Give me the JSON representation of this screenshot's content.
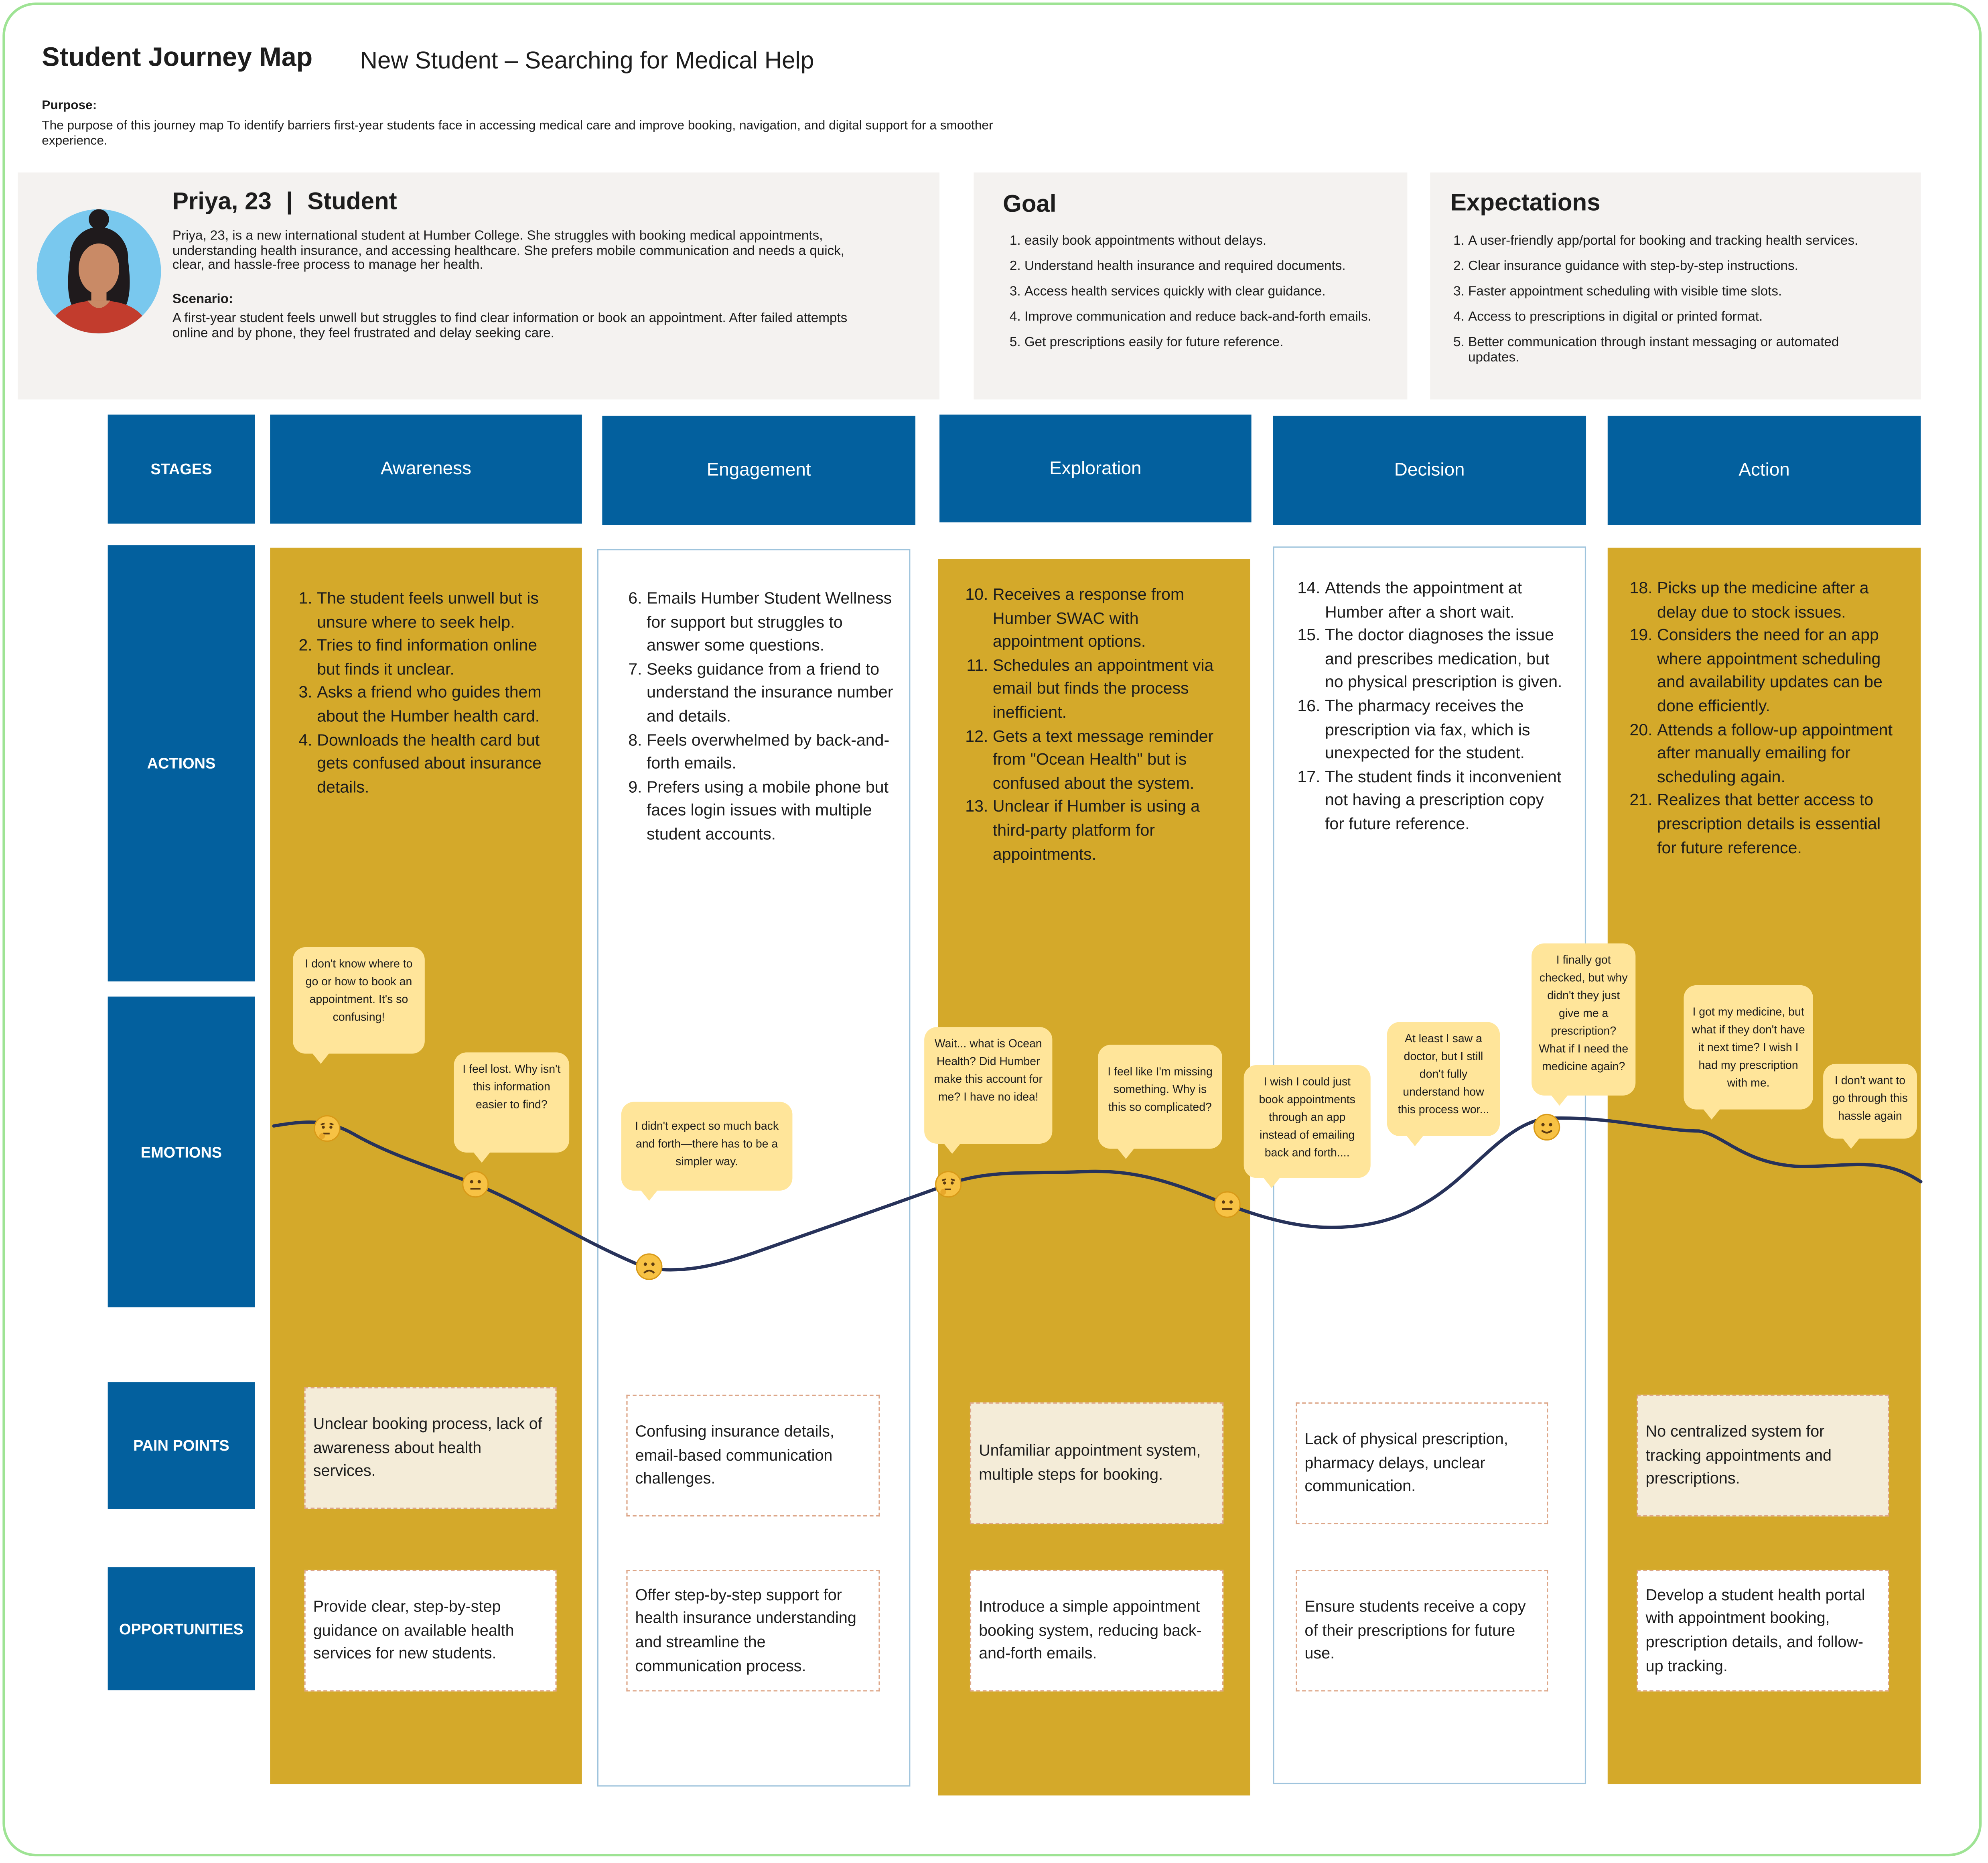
{
  "header": {
    "title": "Student Journey Map",
    "subtitle": "New Student – Searching for Medical Help",
    "purpose_label": "Purpose:",
    "purpose_text": "The purpose of this journey map To identify barriers first-year students face in accessing medical care and improve booking, navigation, and digital support for a smoother experience."
  },
  "persona": {
    "name": "Priya, 23",
    "separator": "|",
    "role": "Student",
    "description": "Priya, 23, is a new international student at Humber College. She struggles with booking medical appointments, understanding health insurance, and accessing healthcare. She prefers mobile communication and needs a quick, clear, and hassle-free process to manage her health.",
    "scenario_label": "Scenario:",
    "scenario_text": "A first-year student feels unwell but struggles to find clear information or book an appointment. After failed attempts online and by phone, they feel frustrated and delay seeking care."
  },
  "goal": {
    "title": "Goal",
    "items": [
      "easily book appointments without delays.",
      "Understand health insurance and required documents.",
      "Access health services quickly with clear guidance.",
      "Improve communication and reduce back-and-forth emails.",
      "Get prescriptions easily for future reference."
    ]
  },
  "expectations": {
    "title": "Expectations",
    "items": [
      "A user-friendly app/portal for booking and tracking health services.",
      "Clear insurance guidance with step-by-step instructions.",
      "Faster appointment scheduling with visible time slots.",
      "Access to prescriptions in digital or printed format.",
      "Better communication through instant messaging or automated updates."
    ]
  },
  "row_labels": {
    "stages": "STAGES",
    "actions": "ACTIONS",
    "emotions": "EMOTIONS",
    "pain_points": "PAIN POINTS",
    "opportunities": "OPPORTUNITIES"
  },
  "stages": [
    {
      "name": "Awareness",
      "actions_start": 1,
      "actions": [
        "The student feels unwell but is unsure where to seek help.",
        "Tries to find information online but finds it unclear.",
        "Asks a friend who guides them about the Humber health card.",
        "Downloads the health card but gets confused about insurance details."
      ],
      "pain_point": "Unclear booking process, lack of awareness about health services.",
      "opportunity": "Provide clear, step-by-step guidance on available health services for new students."
    },
    {
      "name": "Engagement",
      "actions_start": 6,
      "actions": [
        "Emails Humber Student Wellness for support but struggles to answer some questions.",
        "Seeks guidance from a friend to understand the insurance number and details.",
        "Feels overwhelmed by back-and-forth emails.",
        "Prefers using a mobile phone but faces login issues with multiple student accounts."
      ],
      "pain_point": "Confusing insurance details, email-based communication challenges.",
      "opportunity": "Offer step-by-step support for health insurance understanding and streamline the communication process."
    },
    {
      "name": "Exploration",
      "actions_start": 10,
      "actions": [
        "Receives a response from Humber SWAC with appointment options.",
        "Schedules an appointment via email but finds the process inefficient.",
        "Gets a text message reminder from \"Ocean Health\" but is confused about the system.",
        "Unclear if Humber is using a third-party platform for appointments."
      ],
      "pain_point": "Unfamiliar appointment system, multiple steps for booking.",
      "opportunity": "Introduce a simple appointment booking system, reducing back-and-forth emails."
    },
    {
      "name": "Decision",
      "actions_start": 14,
      "actions": [
        "Attends the appointment at Humber after a short wait.",
        "The doctor diagnoses the issue and prescribes medication, but no physical prescription is given.",
        "The pharmacy receives the prescription via fax, which is unexpected for the student.",
        "The student finds it inconvenient not having a prescription copy for future reference."
      ],
      "pain_point": "Lack of physical prescription, pharmacy delays, unclear communication.",
      "opportunity": "Ensure students receive a copy of their prescriptions for future use."
    },
    {
      "name": "Action",
      "actions_start": 18,
      "actions": [
        "Picks up the medicine after a delay due to stock issues.",
        "Considers the need for an app where appointment scheduling and availability updates can be done efficiently.",
        "Attends a follow-up appointment after manually emailing for scheduling again.",
        "Realizes that better access to prescription details is essential for future reference."
      ],
      "pain_point": "No centralized system for tracking appointments and prescriptions.",
      "opportunity": "Develop a student health portal with appointment booking, prescription details, and follow-up tracking."
    }
  ],
  "emotion_quotes": [
    "I don't know where to go or how to book an appointment. It's so confusing!",
    "I feel lost. Why isn't this information easier to find?",
    "I didn't expect so much back and forth—there has to be a simpler way.",
    "Wait... what is Ocean Health? Did Humber make this account for me? I have no idea!",
    "I feel like I'm missing something. Why is this so complicated?",
    "I wish I could just book appointments through an app instead of emailing back and forth....",
    "At least I saw a doctor, but I still don't fully understand how this process wor...",
    "I finally got checked, but why didn't they just give me a prescription? What if I need the medicine again?",
    "I got my medicine, but what if they don't have it next time? I wish I had my prescription with me.",
    "I don't want to go through this hassle again"
  ],
  "emotion_icons": [
    "thinking-face-icon",
    "neutral-face-icon",
    "frowning-face-icon",
    "thinking-face-icon",
    "neutral-face-icon",
    "slight-smile-icon"
  ],
  "colors": {
    "stage_blue": "#03609e",
    "gold": "#d4a92a",
    "bubble": "#ffe59a",
    "curve": "#27325a",
    "frame_border": "#9ee394",
    "panel_bg": "#f4f2f0"
  }
}
